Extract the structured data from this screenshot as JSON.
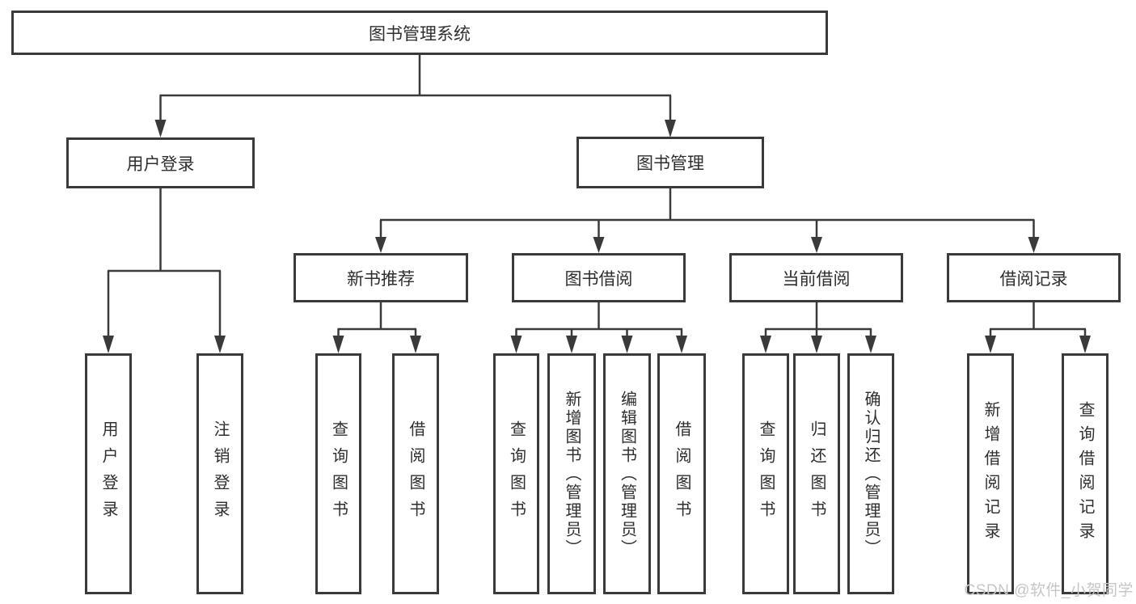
{
  "diagram_title": "图书管理系统",
  "nodes": {
    "root": "图书管理系统",
    "user_login": "用户登录",
    "book_mgmt": "图书管理",
    "new_book_rec": "新书推荐",
    "book_borrow": "图书借阅",
    "current_borrow": "当前借阅",
    "borrow_records": "借阅记录",
    "leaf_user_login": "用户登录",
    "leaf_logout": "注销登录",
    "leaf_nb_query": "查询图书",
    "leaf_nb_borrow": "借阅图书",
    "leaf_bb_query": "查询图书",
    "leaf_bb_add": "新增图书（管理员）",
    "leaf_bb_edit": "编辑图书（管理员）",
    "leaf_bb_borrow": "借阅图书",
    "leaf_cb_query": "查询图书",
    "leaf_cb_return": "归还图书",
    "leaf_cb_confirm": "确认归还（管理员）",
    "leaf_br_add": "新增借阅记录",
    "leaf_br_query": "查询借阅记录"
  },
  "watermark": "CSDN @软件_小贺同学",
  "colors": {
    "line": "#3a3a3c",
    "text": "#2e2e30",
    "background": "#ffffff",
    "watermark": "#c6c6c6"
  }
}
